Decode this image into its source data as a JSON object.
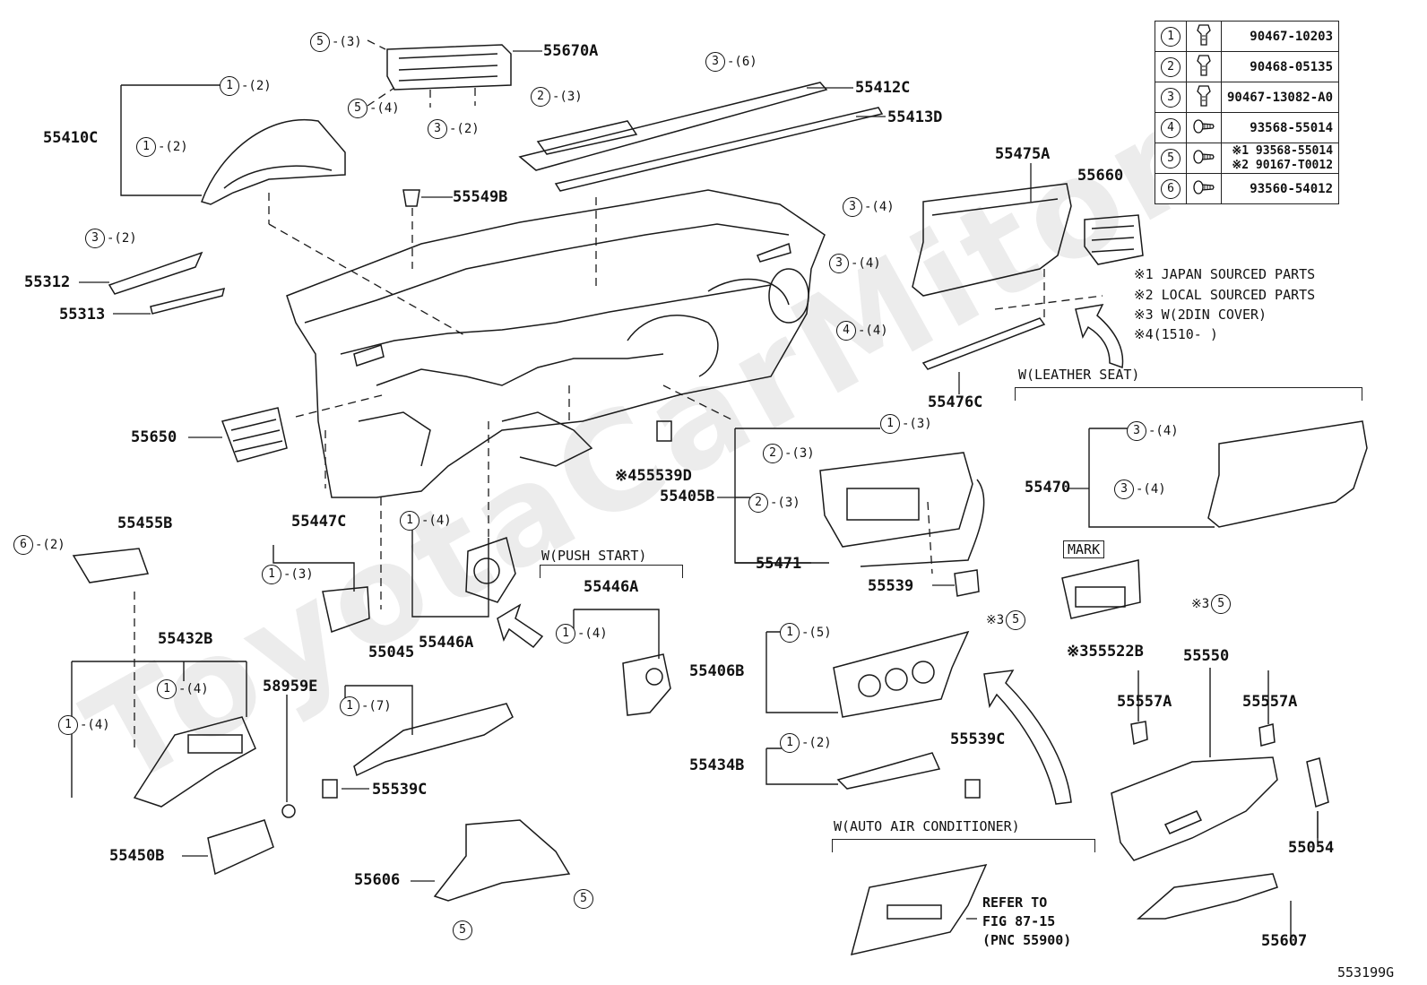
{
  "watermark": "ToyotaCarMitore",
  "figure_id": "553199G",
  "legend": [
    {
      "num": "1",
      "part": "90467-10203",
      "icon": "clip-icon"
    },
    {
      "num": "2",
      "part": "90468-05135",
      "icon": "clip-icon"
    },
    {
      "num": "3",
      "part": "90467-13082-A0",
      "icon": "clip-icon"
    },
    {
      "num": "4",
      "part": "93568-55014",
      "icon": "screw-icon"
    },
    {
      "num": "5",
      "part": "※1 93568-55014\n※2 90167-T0012",
      "icon": "screw-icon"
    },
    {
      "num": "6",
      "part": "93560-54012",
      "icon": "screw-icon"
    }
  ],
  "notes": [
    "※1 JAPAN SOURCED PARTS",
    "※2 LOCAL SOURCED PARTS",
    "※3 W(2DIN  COVER)",
    "※4(1510-     )"
  ],
  "group_labels": {
    "leather_seat": "W(LEATHER SEAT)",
    "push_start": "W(PUSH START)",
    "auto_ac": "W(AUTO AIR CONDITIONER)",
    "mark": "MARK"
  },
  "refer": [
    "REFER TO",
    "FIG 87-15",
    "(PNC 55900)"
  ],
  "parts": {
    "p55670A": "55670A",
    "p55412C": "55412C",
    "p55413D": "55413D",
    "p55410C": "55410C",
    "p55549B": "55549B",
    "p55312": "55312",
    "p55313": "55313",
    "p55475A": "55475A",
    "p55660": "55660",
    "p55476C": "55476C",
    "p55650": "55650",
    "p55539D": "※455539D",
    "p55405B": "55405B",
    "p55471": "55471",
    "p55539": "55539",
    "p55470": "55470",
    "p55455B": "55455B",
    "p55447C": "55447C",
    "p55446A_l": "55446A",
    "p55446A_r": "55446A",
    "p55432B": "55432B",
    "p58959E": "58959E",
    "p55045": "55045",
    "p55539C_l": "55539C",
    "p55450B": "55450B",
    "p55606": "55606",
    "p55406B": "55406B",
    "p55434B": "55434B",
    "p55539C_r": "55539C",
    "p55522B": "※355522B",
    "p55550": "55550",
    "p55557A_l": "55557A",
    "p55557A_r": "55557A",
    "p55054": "55054",
    "p55607": "55607"
  },
  "callouts": [
    {
      "id": "c01",
      "n": "5",
      "q": "-(3)"
    },
    {
      "id": "c02",
      "n": "5",
      "q": "-(4)"
    },
    {
      "id": "c03",
      "n": "1",
      "q": "-(2)"
    },
    {
      "id": "c04",
      "n": "1",
      "q": "-(2)"
    },
    {
      "id": "c05",
      "n": "3",
      "q": "-(6)"
    },
    {
      "id": "c06",
      "n": "2",
      "q": "-(3)"
    },
    {
      "id": "c07",
      "n": "3",
      "q": "-(2)"
    },
    {
      "id": "c08",
      "n": "3",
      "q": "-(2)"
    },
    {
      "id": "c09",
      "n": "3",
      "q": "-(4)"
    },
    {
      "id": "c10",
      "n": "3",
      "q": "-(4)"
    },
    {
      "id": "c11",
      "n": "4",
      "q": "-(4)"
    },
    {
      "id": "c12",
      "n": "1",
      "q": "-(3)"
    },
    {
      "id": "c13",
      "n": "2",
      "q": "-(3)"
    },
    {
      "id": "c14",
      "n": "2",
      "q": "-(3)"
    },
    {
      "id": "c15",
      "n": "3",
      "q": "-(4)"
    },
    {
      "id": "c16",
      "n": "3",
      "q": "-(4)"
    },
    {
      "id": "c17",
      "n": "6",
      "q": "-(2)"
    },
    {
      "id": "c18",
      "n": "1",
      "q": "-(3)"
    },
    {
      "id": "c19",
      "n": "1",
      "q": "-(4)"
    },
    {
      "id": "c20",
      "n": "1",
      "q": "-(4)"
    },
    {
      "id": "c21",
      "n": "1",
      "q": "-(4)"
    },
    {
      "id": "c22",
      "n": "1",
      "q": "-(4)"
    },
    {
      "id": "c23",
      "n": "1",
      "q": "-(7)"
    },
    {
      "id": "c24",
      "n": "1",
      "q": "-(5)"
    },
    {
      "id": "c25",
      "n": "1",
      "q": "-(2)"
    },
    {
      "id": "c26",
      "n": "5",
      "q": "※3"
    },
    {
      "id": "c27",
      "n": "5",
      "q": "※3"
    },
    {
      "id": "c28",
      "n": "5",
      "q": ""
    },
    {
      "id": "c29",
      "n": "5",
      "q": ""
    }
  ]
}
